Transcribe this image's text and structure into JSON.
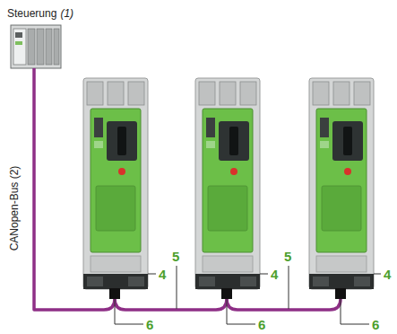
{
  "diagram": {
    "labels": [
      "Steuerung",
      "(1)",
      "CANopen-Bus (2)",
      "4",
      "4",
      "4",
      "5",
      "5",
      "6",
      "6",
      "6"
    ]
  }
}
